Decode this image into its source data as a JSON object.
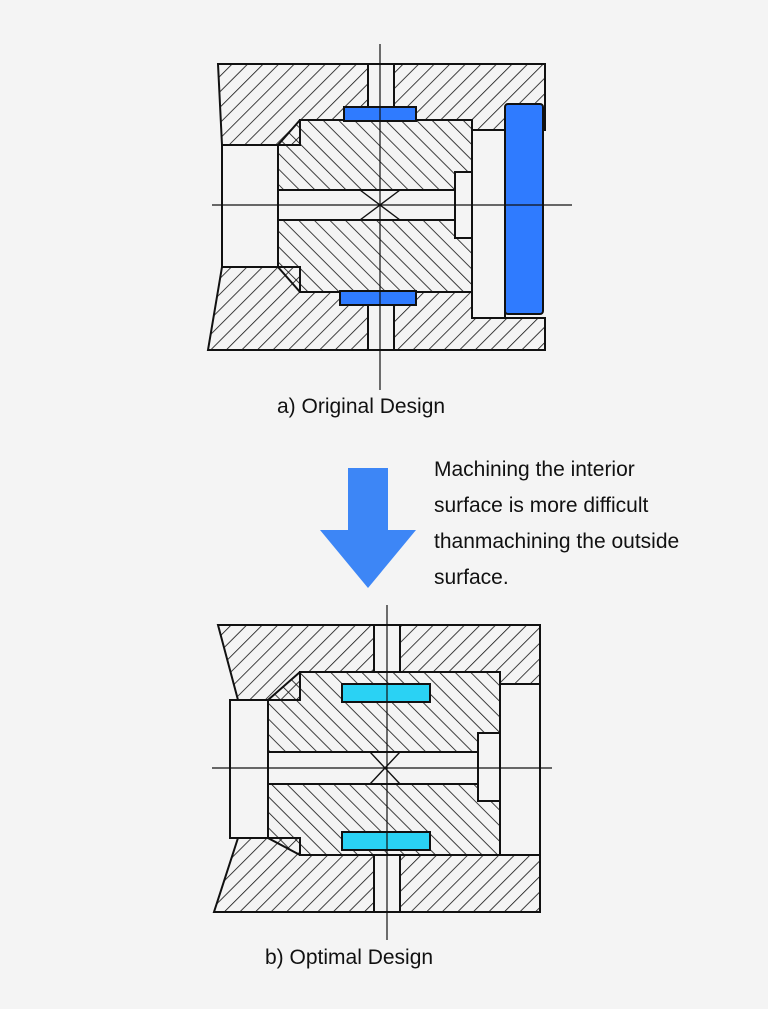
{
  "captions": {
    "original": "a) Original Design",
    "optimal": "b) Optimal Design"
  },
  "note": {
    "lines": [
      "Machining the interior",
      "surface is more difficult",
      "thanmachining the outside",
      "surface."
    ]
  },
  "colors": {
    "background": "#f4f4f4",
    "original_seal": "#2f7bff",
    "optimal_seal": "#2ad2f4",
    "arrow": "#3d86f6",
    "line": "#111111"
  },
  "icons": {
    "transition": "down-arrow-icon"
  }
}
